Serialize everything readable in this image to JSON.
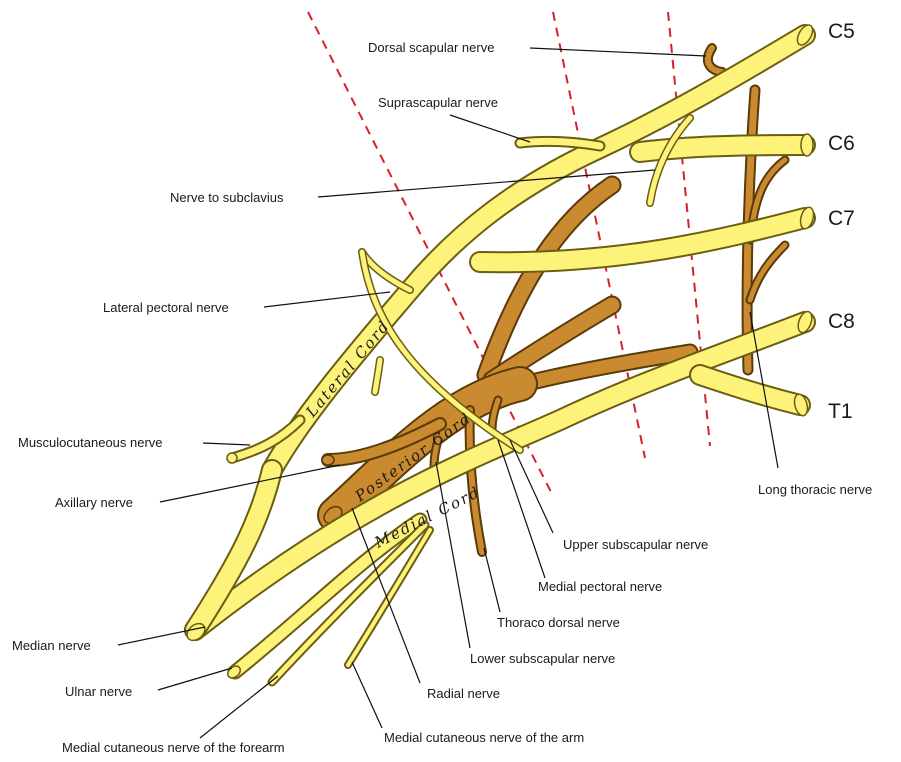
{
  "roots": {
    "c5": "C5",
    "c6": "C6",
    "c7": "C7",
    "c8": "C8",
    "t1": "T1"
  },
  "cords": {
    "lateral": "Lateral Cord",
    "posterior": "Posterior Cord",
    "medial": "Medial Cord"
  },
  "labels": {
    "dorsal_scapular": "Dorsal scapular nerve",
    "suprascapular": "Suprascapular nerve",
    "nerve_to_subclavius": "Nerve to subclavius",
    "lateral_pectoral": "Lateral pectoral nerve",
    "musculocutaneous": "Musculocutaneous nerve",
    "axillary": "Axillary nerve",
    "median": "Median nerve",
    "ulnar": "Ulnar nerve",
    "medial_cutaneous_forearm": "Medial cutaneous nerve of the forearm",
    "medial_cutaneous_arm": "Medial cutaneous nerve of the arm",
    "radial": "Radial nerve",
    "lower_subscapular": "Lower subscapular nerve",
    "thoraco_dorsal": "Thoraco dorsal nerve",
    "medial_pectoral": "Medial pectoral nerve",
    "upper_subscapular": "Upper subscapular nerve",
    "long_thoracic": "Long thoracic nerve"
  },
  "colors": {
    "nerve_yellow": "#fdf27a",
    "nerve_brown": "#c98a30",
    "divider_red": "#d8202a"
  }
}
